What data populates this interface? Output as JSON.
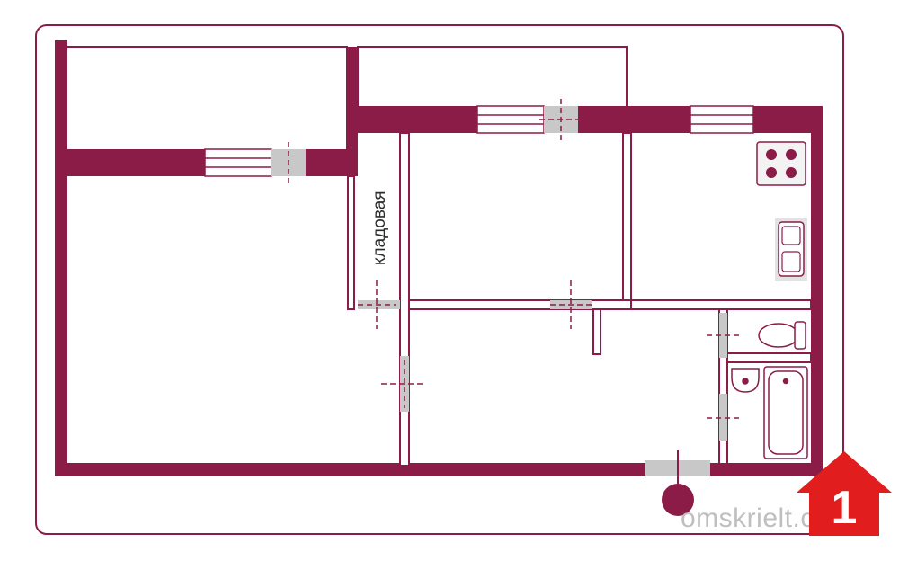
{
  "plan": {
    "rooms": {
      "storage_label": "кладовая"
    }
  },
  "branding": {
    "watermark_text": "omskrielt.com",
    "logo_numeral": "1"
  },
  "colors": {
    "wall": "#8b1c47",
    "door": "#c8c8c8",
    "border": "#8b1c47",
    "logo_red": "#e21d1d",
    "watermark": "#bfbfbf"
  },
  "icons": [
    "stove-icon",
    "sink-icon",
    "toilet-icon",
    "bathtub-icon",
    "washbasin-icon",
    "entrance-marker-icon",
    "house-logo-icon"
  ]
}
